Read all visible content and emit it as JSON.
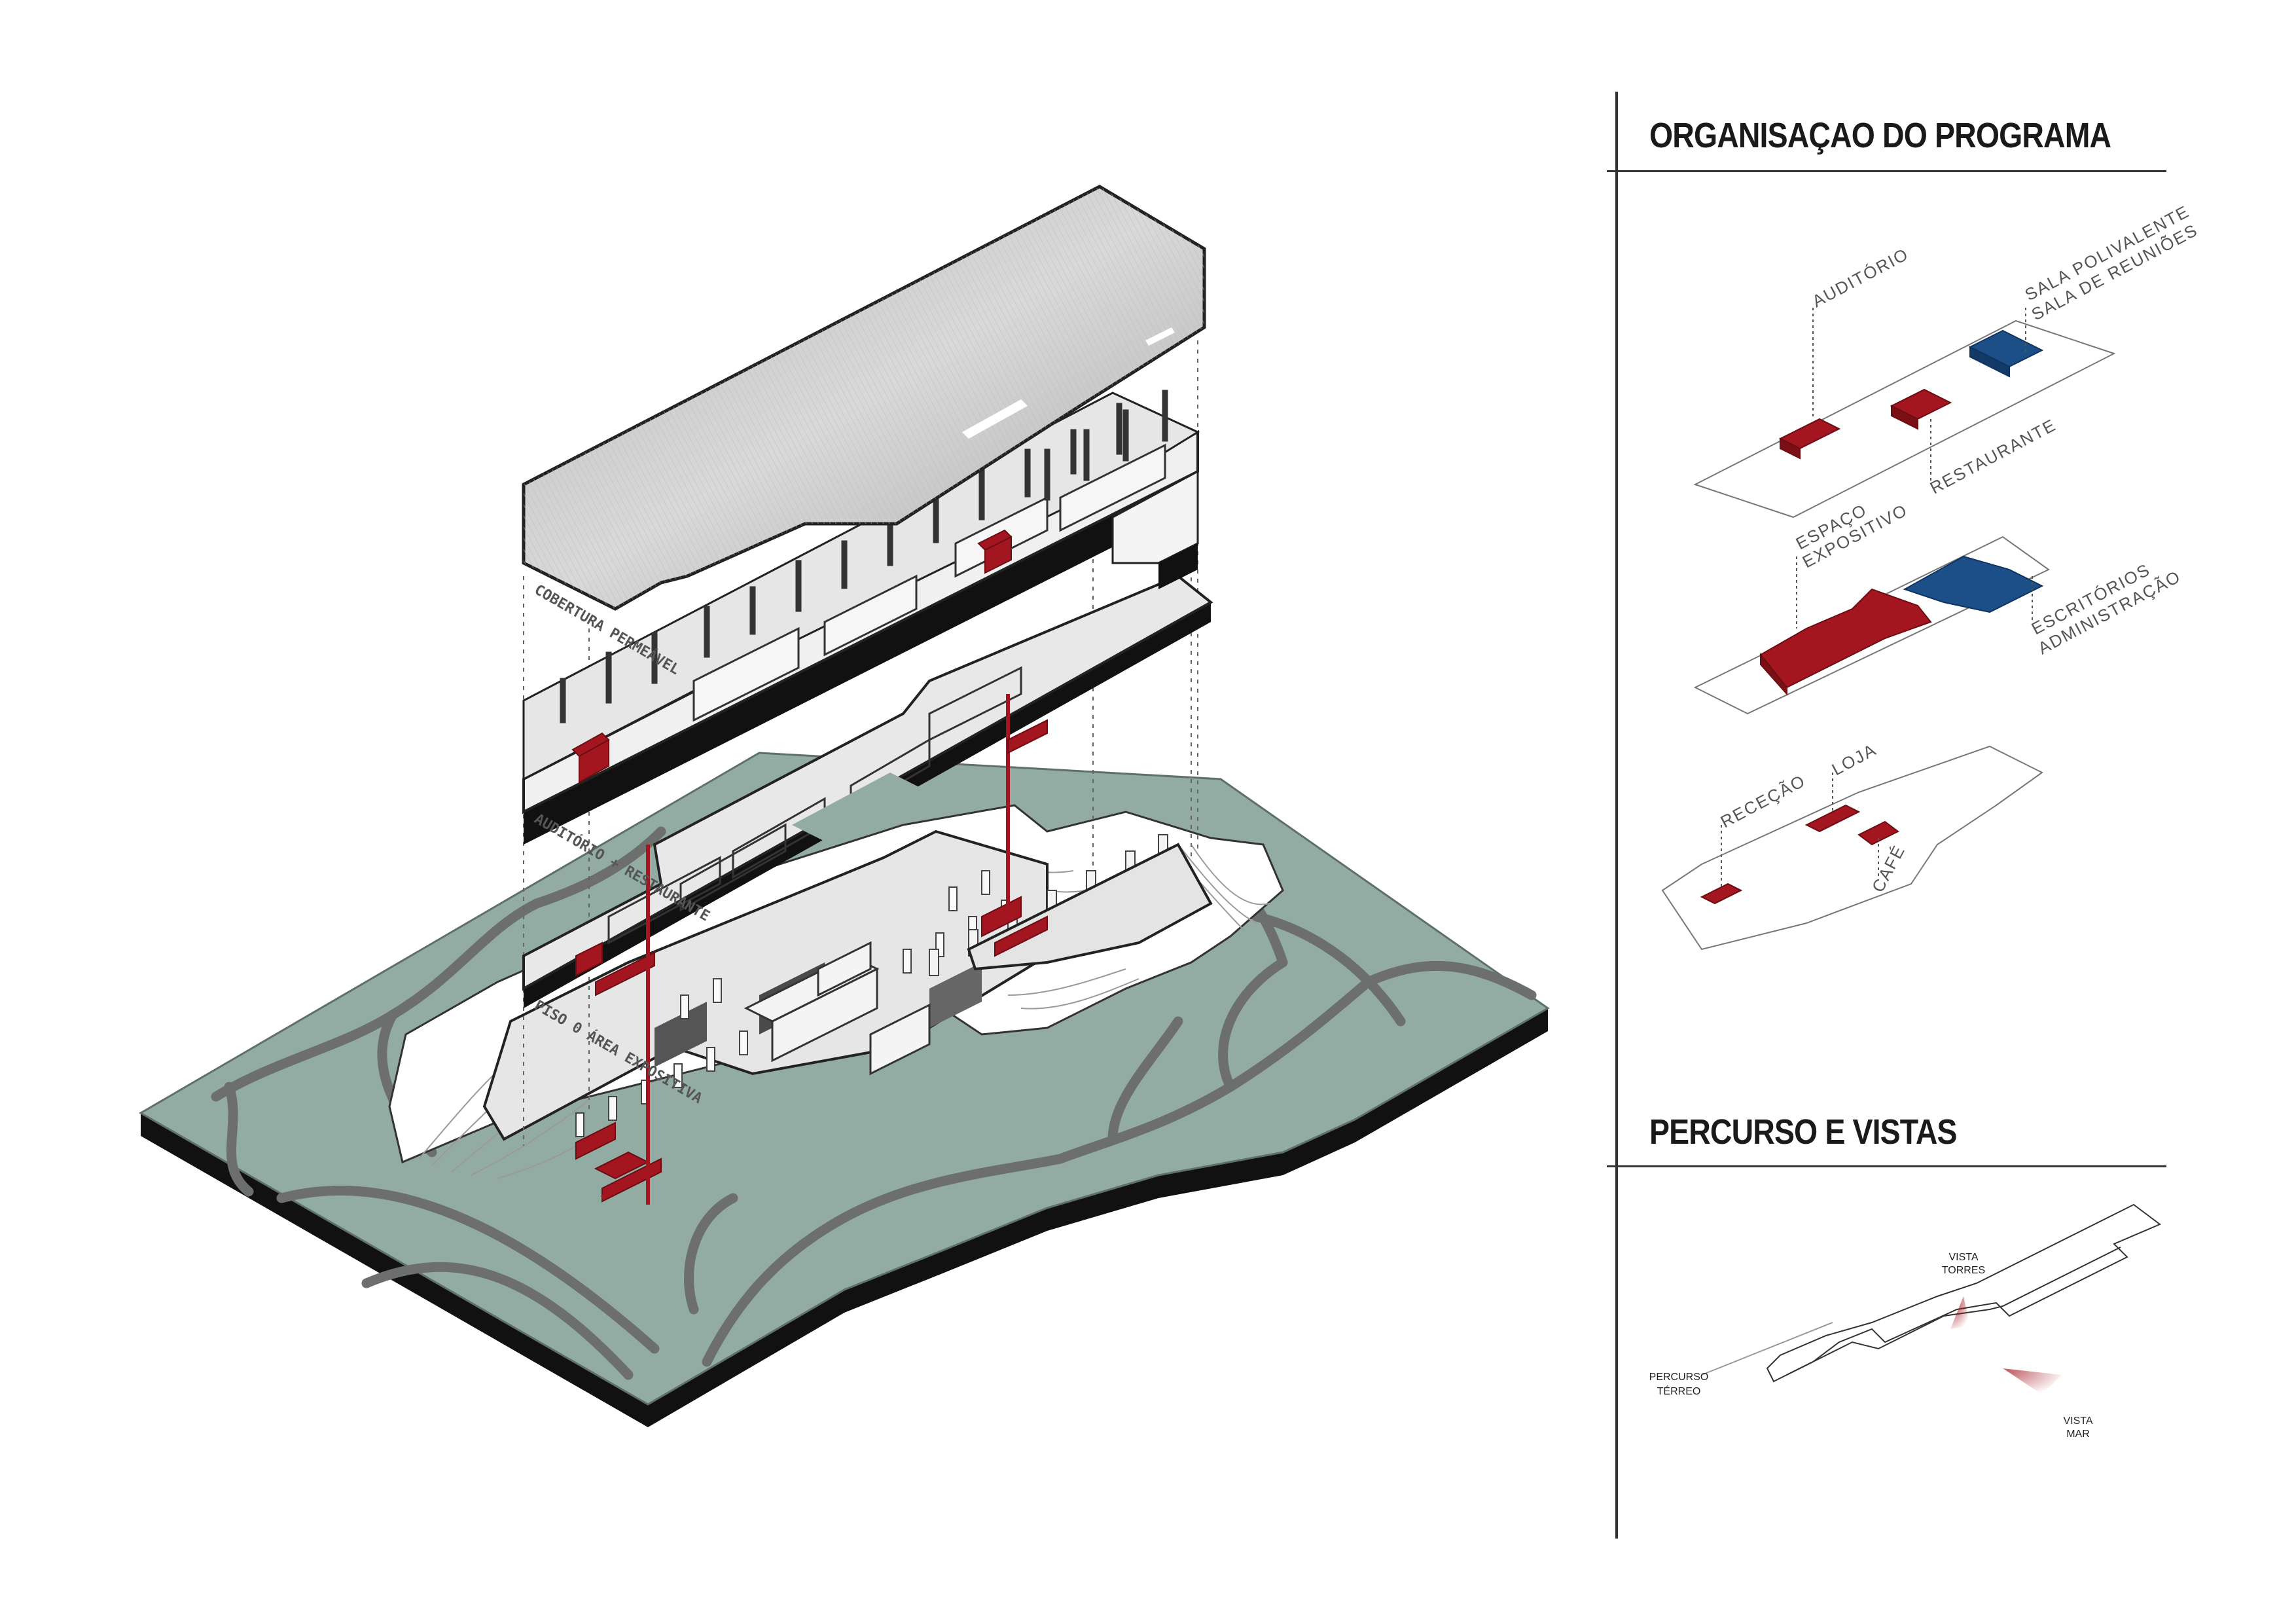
{
  "sections": {
    "program_title": "ORGANISAÇAO DO PROGRAMA",
    "route_title": "PERCURSO E VISTAS"
  },
  "axonometric_labels": {
    "cobertura": "COBERTURA PERMEÁVEL",
    "piso1": "AUDITÓRIO + RESTAURANTE",
    "piso0": "PISO 0 ÁREA EXPOSITIVA"
  },
  "program": {
    "level_top": {
      "auditorio": "AUDITÓRIO",
      "sala_polivalente": "SALA POLIVALENTE",
      "sala_reunioes": "SALA DE REUNIÕES",
      "restaurante": "RESTAURANTE"
    },
    "level_mid": {
      "espaco": "ESPAÇO",
      "expositivo": "EXPOSITIVO",
      "escritorios": "ESCRITÓRIOS",
      "administracao": "ADMINISTRAÇÃO"
    },
    "level_ground": {
      "rececao": "RECEÇÃO",
      "loja": "LOJA",
      "cafe": "CAFÉ"
    }
  },
  "route": {
    "percurso": "PERCURSO",
    "terreo": "TÉRREO",
    "vista": "VISTA",
    "torres": "TORRES",
    "vista2": "VISTA",
    "mar": "MAR"
  },
  "colors": {
    "red": "#a4161f",
    "blue": "#1c4f88",
    "sea_green": "#93aca3",
    "slab_black": "#111111",
    "roads": "#6d6f6e"
  }
}
